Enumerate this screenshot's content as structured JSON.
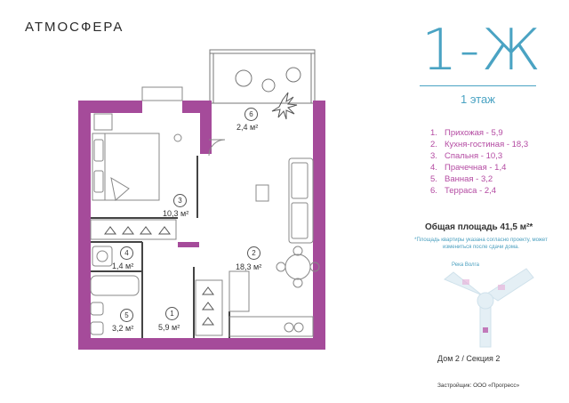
{
  "brand": "АТМОСФЕРА",
  "apartment_type": "1-Ж",
  "floor": "1 этаж",
  "legend": [
    {
      "n": "1.",
      "label": "Прихожая - 5,9"
    },
    {
      "n": "2.",
      "label": "Кухня-гостиная - 18,3"
    },
    {
      "n": "3.",
      "label": "Спальня - 10,3"
    },
    {
      "n": "4.",
      "label": "Прачечная - 1,4"
    },
    {
      "n": "5.",
      "label": "Ванная - 3,2"
    },
    {
      "n": "6.",
      "label": "Терраса - 2,4"
    }
  ],
  "total_area": "Общая площадь 41,5 м²*",
  "note": "*Площадь квартиры указана согласно проекту, может измениться после сдачи дома.",
  "river_label": "Река Волга",
  "house": "Дом 2 / Секция 2",
  "developer": "Застройщик: ООО «Прогресс»",
  "rooms": [
    {
      "num": "1",
      "area": "5,9 м²"
    },
    {
      "num": "2",
      "area": "18,3 м²"
    },
    {
      "num": "3",
      "area": "10,3 м²"
    },
    {
      "num": "4",
      "area": "1,4 м²"
    },
    {
      "num": "5",
      "area": "3,2 м²"
    },
    {
      "num": "6",
      "area": "2,4 м²"
    }
  ],
  "colors": {
    "wall": "#a54b9a",
    "accent": "#4aa3c3",
    "legend": "#b44aa2"
  }
}
